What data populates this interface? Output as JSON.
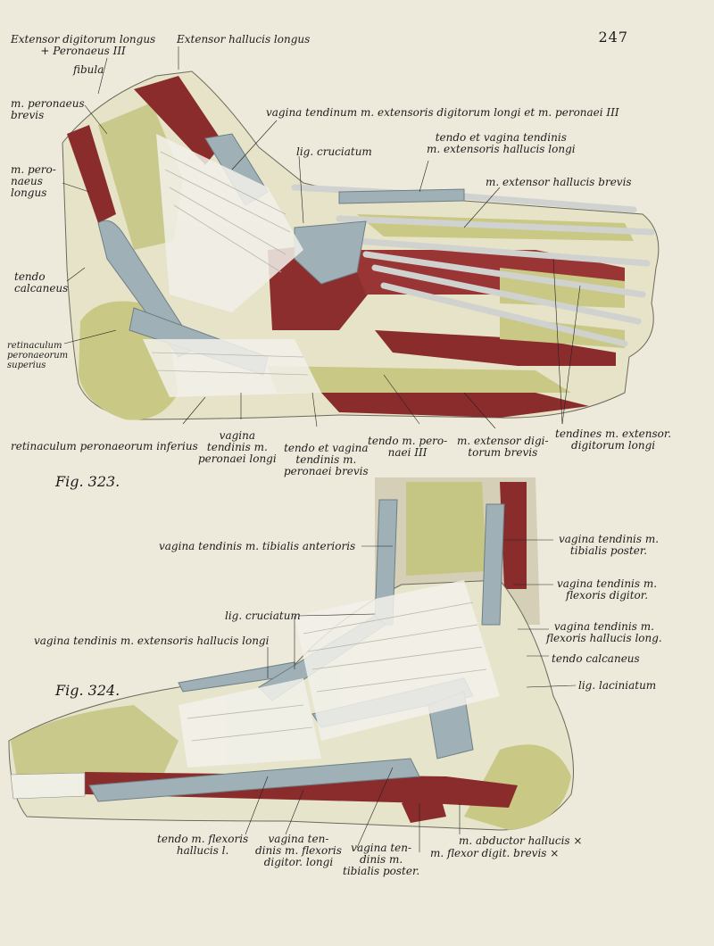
{
  "page": {
    "number": "247"
  },
  "fig323": {
    "caption": "Fig. 323.",
    "labels": {
      "ext_dig_longus": "Extensor digitorum longus\n+ Peronaeus III",
      "ext_hallucis_longus": "Extensor hallucis longus",
      "fibula": "fibula",
      "peronaeus_brevis": "m. peronaeus\nbrevis",
      "peronaeus_longus": "m. pero-\nnaeus\nlongus",
      "tendo_calcaneus": "tendo\ncalcaneus",
      "retinaculum_superius": "retinaculum\nperonaeorum\nsuperius",
      "vagina_ext_dig": "vagina tendinum m. extensoris digitorum longi et m. peronaei III",
      "lig_cruciatum": "lig. cruciatum",
      "tendo_vagina_hallucis": "tendo et vagina tendinis\nm. extensoris hallucis longi",
      "ext_hallucis_brevis": "m. extensor hallucis brevis",
      "retinaculum_inferius": "retinaculum peronaeorum inferius",
      "vagina_peronaei_longi": "vagina\ntendinis m.\nperonaei longi",
      "tendo_vagina_brevis": "tendo et vagina\ntendinis m.\nperonaei brevis",
      "tendo_peronaei_III": "tendo m. pero-\nnaei III",
      "ext_dig_brevis": "m. extensor digi-\ntorum brevis",
      "tendines_ext_dig": "tendines m. extensor.\ndigitorum longi"
    }
  },
  "fig324": {
    "caption": "Fig. 324.",
    "labels": {
      "vagina_tibialis_ant": "vagina tendinis m. tibialis anterioris",
      "lig_cruciatum": "lig. cruciatum",
      "vagina_ext_hallucis": "vagina tendinis m. extensoris hallucis longi",
      "vagina_tibialis_post": "vagina tendinis m.\ntibialis poster.",
      "vagina_flexoris_dig": "vagina tendinis m.\nflexoris digitor.",
      "vagina_flexoris_hall": "vagina tendinis m.\nflexoris hallucis long.",
      "tendo_calcaneus": "tendo calcaneus",
      "lig_laciniatum": "lig. laciniatum",
      "tendo_flexoris_hall": "tendo m. flexoris\nhallucis l.",
      "vagina_flexoris_dig_longi": "vagina ten-\ndinis m. flexoris\ndigitor. longi",
      "vagina_tibialis_poster": "vagina ten-\ndinis m.\ntibialis poster.",
      "flexor_dig_brevis": "m. flexor digit. brevis ×",
      "abductor_hallucis": "m. abductor hallucis ×"
    }
  }
}
